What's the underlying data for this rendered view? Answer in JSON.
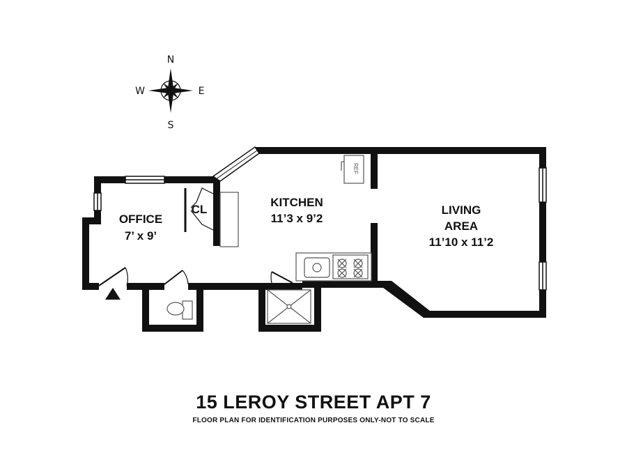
{
  "compass": {
    "north": "N",
    "south": "S",
    "east": "E",
    "west": "W"
  },
  "rooms": {
    "office": {
      "name": "OFFICE",
      "size": "7’ x 9’"
    },
    "closet": {
      "name": "CL"
    },
    "kitchen": {
      "name": "KITCHEN",
      "size": "11’3 x 9’2"
    },
    "living": {
      "name_line1": "LIVING",
      "name_line2": "AREA",
      "size": "11’10 x 11’2"
    },
    "refrigerator": {
      "label": "REF"
    }
  },
  "footer": {
    "address": "15 LEROY STREET APT 7",
    "disclaimer": "FLOOR PLAN FOR IDENTIFICATION PURPOSES ONLY-NOT TO SCALE"
  },
  "colors": {
    "wall": "#111111",
    "background": "#ffffff",
    "fixture": "#555555"
  }
}
